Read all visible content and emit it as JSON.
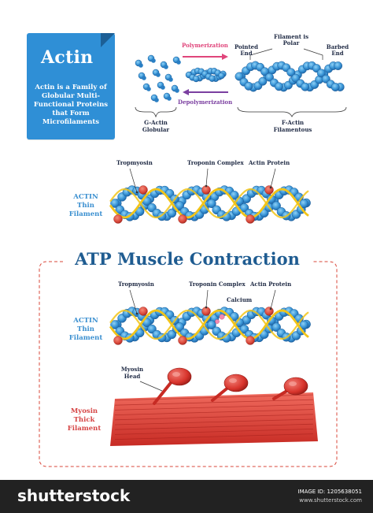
{
  "header": {
    "title": "Actin",
    "description": "Actin is a Family of Globular Multi-Functional Proteins that Form Microfilaments"
  },
  "polymer_panel": {
    "polymerization": "Polymerization",
    "depolymerization": "Depolymerization",
    "g_actin_label": "G-Actin",
    "g_actin_sub": "Globular",
    "f_actin_label": "F-Actin",
    "f_actin_sub": "Filamentous",
    "polarity_label": "Filament is Polar",
    "pointed_end": "Pointed End",
    "barbed_end": "Barbed End"
  },
  "thin_filament_1": {
    "side_label_1": "ACTIN",
    "side_label_2": "Thin",
    "side_label_3": "Filament",
    "tropomyosin": "Tropmyosin",
    "troponin": "Troponin Complex",
    "actin_protein": "Actin Protein"
  },
  "contraction": {
    "title": "ATP Muscle Contraction",
    "side_label_1": "ACTIN",
    "side_label_2": "Thin",
    "side_label_3": "Filament",
    "tropomyosin": "Tropmyosin",
    "troponin": "Troponin Complex",
    "actin_protein": "Actin Protein",
    "calcium": "Calcium",
    "myosin_head_1": "Myosin",
    "myosin_head_2": "Head",
    "thick_label_1": "Myosin",
    "thick_label_2": "Thick",
    "thick_label_3": "Filament"
  },
  "footer": {
    "logo": "shutterstock",
    "image_id": "IMAGE ID: 1205638051",
    "site": "www.shutterstock.com"
  },
  "colors": {
    "card_blue": "#2f8fd6",
    "actin_blue": "#3b97d8",
    "tropomyosin_yellow": "#f2c418",
    "troponin_red": "#d9473a",
    "myosin_red": "#d8342c",
    "title_blue": "#1f5c91",
    "polymerization_pink": "#e0457b",
    "depolymerization_purple": "#7b3fa0"
  },
  "icons": [
    "g-actin-monomer-icon",
    "f-actin-filament-icon",
    "tropomyosin-strand-icon",
    "troponin-complex-icon",
    "calcium-ion-icon",
    "myosin-head-icon"
  ]
}
